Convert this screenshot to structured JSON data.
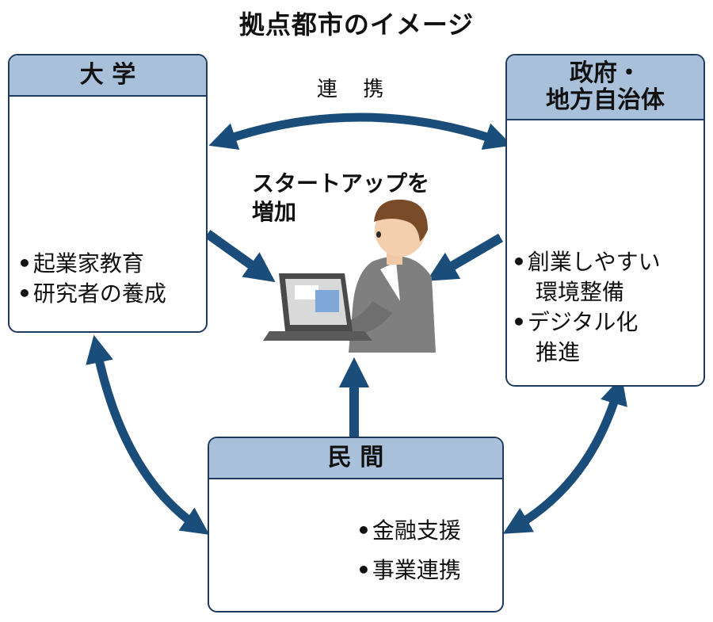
{
  "title": "拠点都市のイメージ",
  "link_label": "連 携",
  "center_label": [
    "スタートアップを",
    "増加"
  ],
  "university": {
    "header": "大 学",
    "items": [
      "起業家教育",
      "研究者の養成"
    ]
  },
  "government": {
    "header_lines": [
      "政府・",
      "地方自治体"
    ],
    "items": [
      [
        "創業しやすい",
        "環境整備"
      ],
      [
        "デジタル化",
        "推進"
      ]
    ]
  },
  "private": {
    "header": "民 間",
    "items": [
      "金融支援",
      "事業連携"
    ]
  },
  "bullet_char": "•",
  "colors": {
    "arrow": "#1b4d7a",
    "box_border": "#1e3a5f",
    "box_header": "#a9c0db",
    "building": "#8a9fc2"
  }
}
